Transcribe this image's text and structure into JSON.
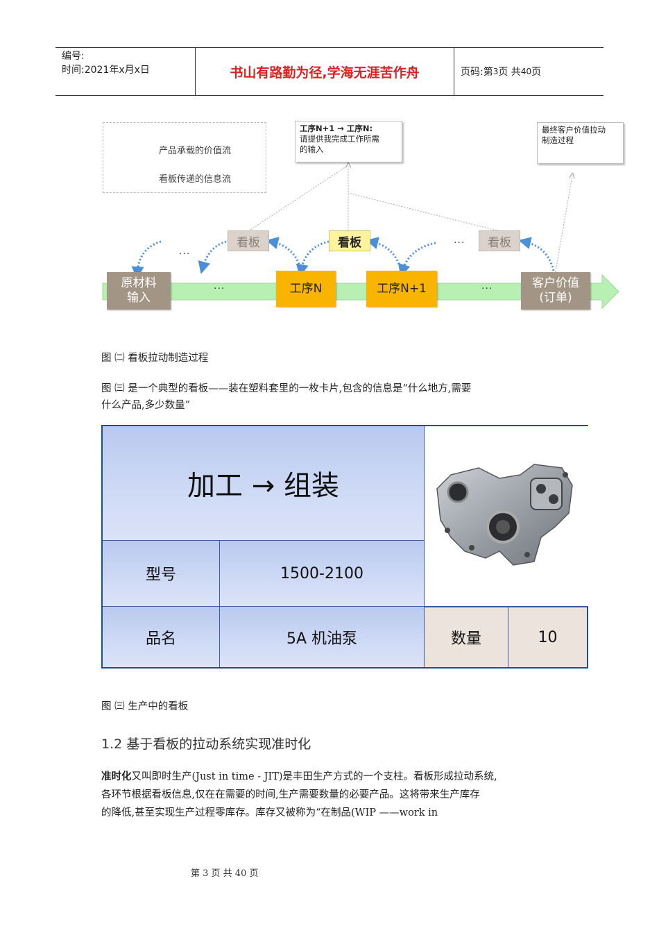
{
  "header": {
    "serial_label": "编号:",
    "time_label": "时间:2021年x月x日",
    "motto": "书山有路勤为径,学海无涯苦作舟",
    "page_prefix": "页码:第",
    "page_num": "3",
    "page_mid": "页 共",
    "page_total": "40",
    "page_suffix": "页"
  },
  "diagram": {
    "legend": {
      "value_flow": "产品承载的价值流",
      "info_flow": "看板传递的信息流"
    },
    "callout_left": {
      "title": "工序N+1 → 工序N:",
      "line1": "请提供我完成工作所需",
      "line2": "的输入"
    },
    "callout_right": {
      "line1": "最终客户价值拉动",
      "line2": "制造过程"
    },
    "kanban_label": "看板",
    "ellipsis": "...",
    "steps": {
      "raw_line1": "原材料",
      "raw_line2": "输入",
      "step_n": "工序N",
      "step_n1": "工序N+1",
      "customer_line1": "客户价值",
      "customer_line2": "(订单)"
    },
    "colors": {
      "flow_arrow": "#b7f0b2",
      "info_arrow": "#4a90d9",
      "step_orange": "#f8b400",
      "step_brown": "#a39585"
    }
  },
  "captions": {
    "fig1": "图 ㈡ 看板拉动制造过程",
    "intro_line1": "图 ㈢ 是一个典型的看板——装在塑料套里的一枚卡片,包含的信息是“什么地方,需要",
    "intro_line2": "什么产品,多少数量”",
    "fig2": "图 ㈢ 生产中的看板"
  },
  "kanban_card": {
    "title": "加工 → 组装",
    "model_label": "型号",
    "model_value": "1500-2100",
    "name_label": "品名",
    "name_value": "5A 机油泵",
    "qty_label": "数量",
    "qty_value": "10",
    "colors": {
      "border": "#1f4e8c",
      "cell": "#c5d3f2",
      "tan": "#ece3dd"
    }
  },
  "section": {
    "heading": "1.2 基于看板的拉动系统实现准时化",
    "term": "准时化",
    "line1_rest": "又叫即时生产(Just in time - JIT)是丰田生产方式的一个支柱。看板形成拉动系统,",
    "line2": "各环节根据看板信息,仅在在需要的时间,生产需要数量的必要产品。这将带来生产库存",
    "line3": "的降低,甚至实现生产过程零库存。库存又被称为“在制品(WIP ——work in"
  },
  "footer": {
    "text": "第 3 页 共 40 页"
  }
}
